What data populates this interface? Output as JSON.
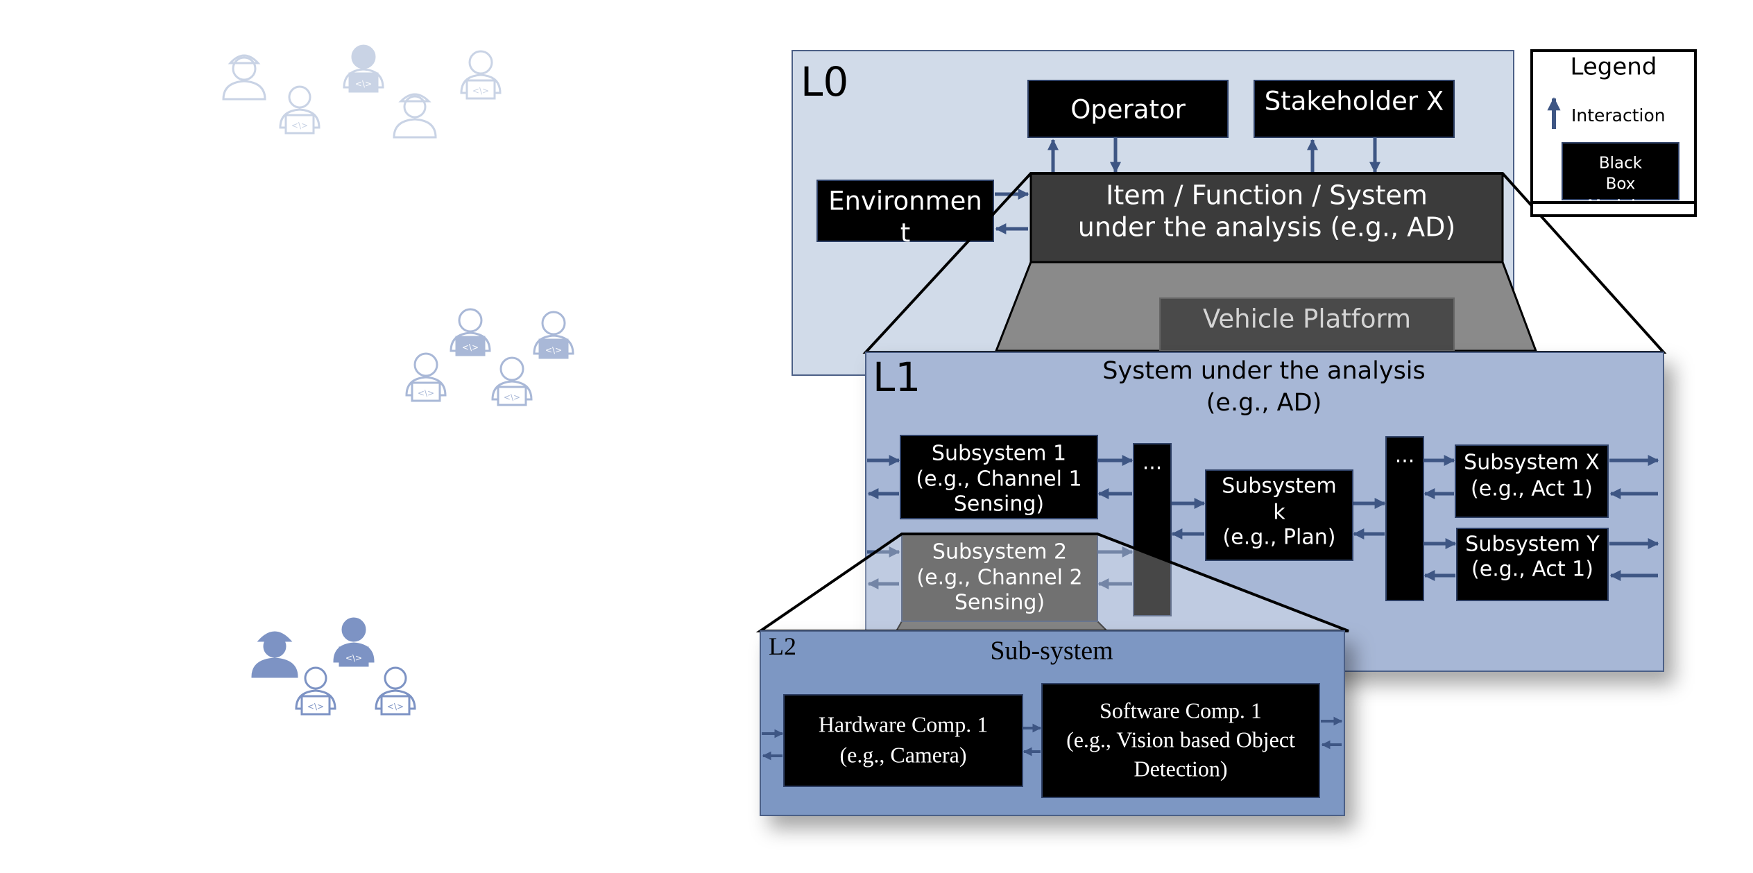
{
  "colors": {
    "l0_fill": "#d1dbe9",
    "l1_fill": "#a7b7d6",
    "l2_fill": "#7d97c3",
    "box_black": "#000000",
    "box_dark": "#3b3b3b",
    "box_gray": "#4a4a4a",
    "arrow": "#3e5684",
    "people_light": "#c9d3e5",
    "people_mid": "#a9b8d7",
    "people_dark": "#7d93c4"
  },
  "legend": {
    "title": "Legend",
    "interaction_label": "Interaction",
    "blackbox_label": [
      "Black",
      "Box",
      "Modules"
    ]
  },
  "l0": {
    "tag": "L0",
    "operator": "Operator",
    "stakeholder": "Stakeholder X",
    "environment": [
      "Environmen",
      "t"
    ],
    "system": [
      "Item / Function / System",
      "under the analysis (e.g., AD)"
    ],
    "vehicle": "Vehicle Platform"
  },
  "l1": {
    "tag": "L1",
    "title": [
      "System under the analysis",
      "(e.g., AD)"
    ],
    "sub1": [
      "Subsystem 1",
      "(e.g., Channel 1",
      "Sensing)"
    ],
    "sub2": [
      "Subsystem 2",
      "(e.g., Channel 2",
      "Sensing)"
    ],
    "subk": [
      "Subsystem",
      "k",
      "(e.g., Plan)"
    ],
    "subx": [
      "Subsystem X",
      "(e.g., Act 1)"
    ],
    "suby": [
      "Subsystem Y",
      "(e.g., Act 1)"
    ],
    "ellipsis": "..."
  },
  "l2": {
    "tag": "L2",
    "title": "Sub-system",
    "hw": [
      "Hardware Comp. 1",
      "(e.g., Camera)"
    ],
    "sw": [
      "Software Comp. 1",
      "(e.g., Vision based Object",
      "Detection)"
    ]
  },
  "people": {
    "group_top": "people-group-light-icon",
    "group_middle": "people-group-mid-icon",
    "group_bottom": "people-group-dark-icon"
  }
}
